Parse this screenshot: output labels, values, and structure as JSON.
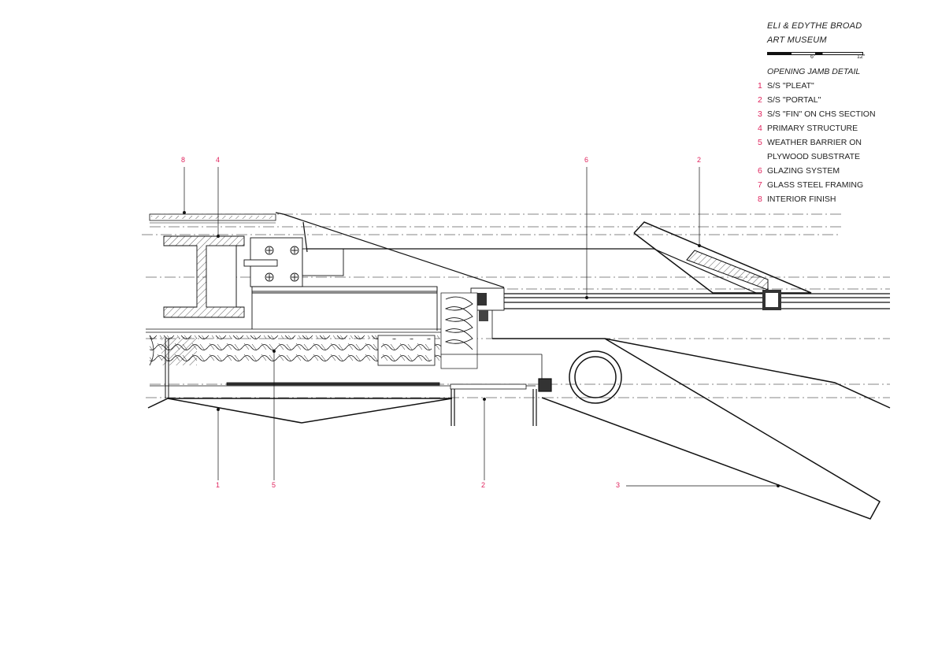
{
  "title_line1": "ELI & EDYTHE BROAD",
  "title_line2": "ART MUSEUM",
  "scale": {
    "tick_0": "6\"",
    "tick_1": "12\""
  },
  "subtitle": "OPENING JAMB DETAIL",
  "legend": [
    {
      "num": "1",
      "label": "S/S \"PLEAT\""
    },
    {
      "num": "2",
      "label": "S/S \"PORTAL\""
    },
    {
      "num": "3",
      "label": "S/S \"FIN\" ON CHS SECTION"
    },
    {
      "num": "4",
      "label": "PRIMARY STRUCTURE"
    },
    {
      "num": "5",
      "label": "WEATHER BARRIER ON"
    },
    {
      "num": "",
      "label": "PLYWOOD SUBSTRATE"
    },
    {
      "num": "6",
      "label": "GLAZING SYSTEM"
    },
    {
      "num": "7",
      "label": "GLASS STEEL FRAMING"
    },
    {
      "num": "8",
      "label": "INTERIOR FINISH"
    }
  ],
  "callouts": {
    "c8": "8",
    "c4": "4",
    "c6": "6",
    "c2_top": "2",
    "c1": "1",
    "c5": "5",
    "c2_bottom": "2",
    "c3": "3"
  },
  "colors": {
    "callout": "#e0245e",
    "line": "#111111"
  }
}
